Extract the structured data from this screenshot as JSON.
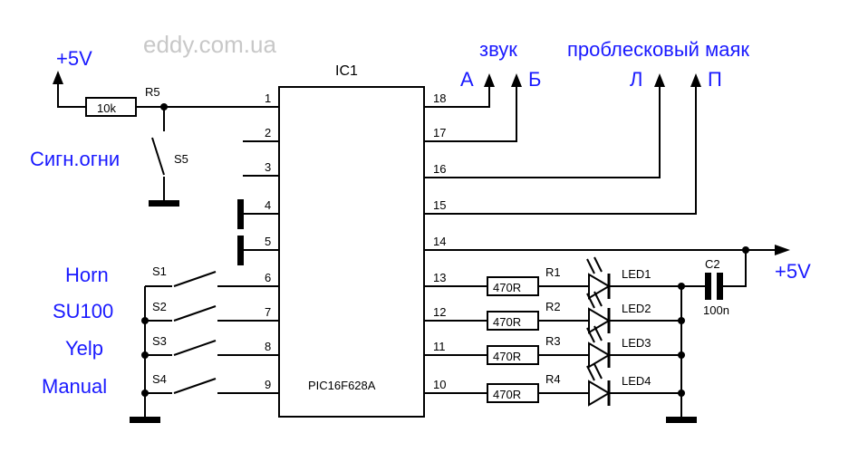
{
  "watermark": "eddy.com.ua",
  "ic": {
    "name": "IC1",
    "part": "PIC16F628A",
    "left_pins": [
      "1",
      "2",
      "3",
      "4",
      "5",
      "6",
      "7",
      "8",
      "9"
    ],
    "right_pins": [
      "18",
      "17",
      "16",
      "15",
      "14",
      "13",
      "12",
      "11",
      "10"
    ]
  },
  "power": {
    "vcc_left": "+5V",
    "vcc_right": "+5V"
  },
  "r5": {
    "value": "10k",
    "ref": "R5"
  },
  "s5": {
    "ref": "S5",
    "label": "Сигн.огни"
  },
  "switches": [
    {
      "ref": "S1",
      "label": "Horn"
    },
    {
      "ref": "S2",
      "label": "SU100"
    },
    {
      "ref": "S3",
      "label": "Yelp"
    },
    {
      "ref": "S4",
      "label": "Manual"
    }
  ],
  "leds": [
    {
      "resistor": "470R",
      "ref": "R1",
      "led": "LED1"
    },
    {
      "resistor": "470R",
      "ref": "R2",
      "led": "LED2"
    },
    {
      "resistor": "470R",
      "ref": "R3",
      "led": "LED3"
    },
    {
      "resistor": "470R",
      "ref": "R4",
      "led": "LED4"
    }
  ],
  "cap": {
    "ref": "C2",
    "value": "100n"
  },
  "outputs": {
    "sound_title": "звук",
    "sound_a": "А",
    "sound_b": "Б",
    "beacon_title": "проблесковый маяк",
    "beacon_l": "Л",
    "beacon_p": "П"
  },
  "colors": {
    "accent": "#1a1aff",
    "watermark": "#c8c8c8",
    "line": "#000000"
  }
}
